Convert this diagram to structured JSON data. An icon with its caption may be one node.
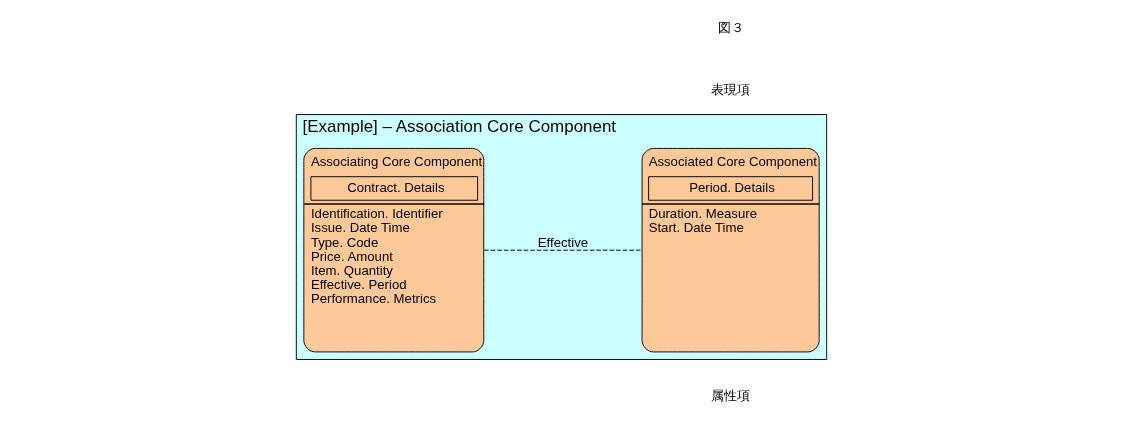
{
  "diagram": {
    "nodes": [
      {
        "text": [
          "[Example] – Association Core Component"
        ]
      },
      {
        "text": [
          "Associating Core Component",
          "Contract. Details",
          "Identification. Identifier",
          "Issue. Date Time",
          "Type. Code",
          "Price. Amount",
          "Item. Quantity",
          "Effective. Period",
          "Performance. Metrics"
        ],
        "in": 0
      },
      {
        "text": [
          "Associated Core Component",
          "Period. Details",
          "Duration. Measure",
          "Start. Date Time"
        ],
        "in": 0
      }
    ],
    "edges": [
      {
        "from": 1,
        "to": 2,
        "arrow": "none",
        "label": "Effective",
        "style": "dashed"
      }
    ],
    "labels": [
      "属性項",
      "表現項",
      "図３"
    ]
  }
}
